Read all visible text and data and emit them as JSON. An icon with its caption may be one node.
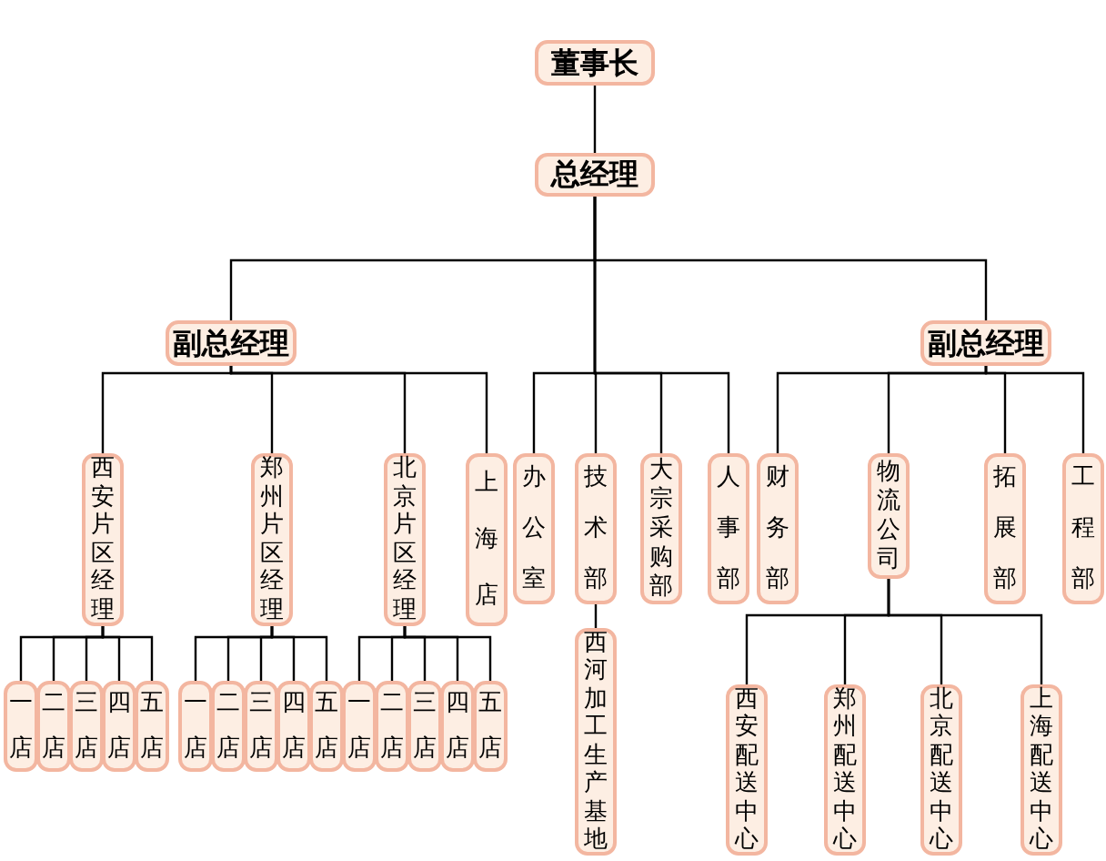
{
  "diagram": {
    "nodes": [
      {
        "text": [
          "董事长"
        ]
      },
      {
        "text": [
          "总经理"
        ]
      },
      {
        "text": [
          "副总经理"
        ]
      },
      {
        "text": [
          "副总经理"
        ]
      },
      {
        "text": [
          "西安片区经理"
        ]
      },
      {
        "text": [
          "郑州片区经理"
        ]
      },
      {
        "text": [
          "北京片区经理"
        ]
      },
      {
        "text": [
          "上海店"
        ]
      },
      {
        "text": [
          "办公室"
        ]
      },
      {
        "text": [
          "技术部"
        ]
      },
      {
        "text": [
          "大宗采购部"
        ]
      },
      {
        "text": [
          "人事部"
        ]
      },
      {
        "text": [
          "财务部"
        ]
      },
      {
        "text": [
          "物流公司"
        ]
      },
      {
        "text": [
          "拓展部"
        ]
      },
      {
        "text": [
          "工程部"
        ]
      },
      {
        "text": [
          "西河加工生产基地"
        ]
      },
      {
        "text": [
          "西安配送中心"
        ]
      },
      {
        "text": [
          "郑州配送中心"
        ]
      },
      {
        "text": [
          "北京配送中心"
        ]
      },
      {
        "text": [
          "上海配送中心"
        ]
      },
      {
        "text": [
          "一店"
        ]
      },
      {
        "text": [
          "二店"
        ]
      },
      {
        "text": [
          "三店"
        ]
      },
      {
        "text": [
          "四店"
        ]
      },
      {
        "text": [
          "五店"
        ]
      },
      {
        "text": [
          "一店"
        ]
      },
      {
        "text": [
          "二店"
        ]
      },
      {
        "text": [
          "三店"
        ]
      },
      {
        "text": [
          "四店"
        ]
      },
      {
        "text": [
          "五店"
        ]
      },
      {
        "text": [
          "一店"
        ]
      },
      {
        "text": [
          "二店"
        ]
      },
      {
        "text": [
          "三店"
        ]
      },
      {
        "text": [
          "四店"
        ]
      },
      {
        "text": [
          "五店"
        ]
      }
    ],
    "edges": [
      {
        "from": 0,
        "to": 1,
        "arrow": "none"
      },
      {
        "from": 1,
        "to": 2,
        "arrow": "none"
      },
      {
        "from": 1,
        "to": 3,
        "arrow": "none"
      },
      {
        "from": 1,
        "to": 8,
        "arrow": "none"
      },
      {
        "from": 1,
        "to": 9,
        "arrow": "none"
      },
      {
        "from": 1,
        "to": 10,
        "arrow": "none"
      },
      {
        "from": 1,
        "to": 11,
        "arrow": "none"
      },
      {
        "from": 2,
        "to": 4,
        "arrow": "none"
      },
      {
        "from": 2,
        "to": 5,
        "arrow": "none"
      },
      {
        "from": 2,
        "to": 6,
        "arrow": "none"
      },
      {
        "from": 2,
        "to": 7,
        "arrow": "none"
      },
      {
        "from": 3,
        "to": 12,
        "arrow": "none"
      },
      {
        "from": 3,
        "to": 13,
        "arrow": "none"
      },
      {
        "from": 3,
        "to": 14,
        "arrow": "none"
      },
      {
        "from": 3,
        "to": 15,
        "arrow": "none"
      },
      {
        "from": 9,
        "to": 16,
        "arrow": "none"
      },
      {
        "from": 13,
        "to": 17,
        "arrow": "none"
      },
      {
        "from": 13,
        "to": 18,
        "arrow": "none"
      },
      {
        "from": 13,
        "to": 19,
        "arrow": "none"
      },
      {
        "from": 13,
        "to": 20,
        "arrow": "none"
      },
      {
        "from": 4,
        "to": 21,
        "arrow": "none"
      },
      {
        "from": 4,
        "to": 22,
        "arrow": "none"
      },
      {
        "from": 4,
        "to": 23,
        "arrow": "none"
      },
      {
        "from": 4,
        "to": 24,
        "arrow": "none"
      },
      {
        "from": 4,
        "to": 25,
        "arrow": "none"
      },
      {
        "from": 5,
        "to": 26,
        "arrow": "none"
      },
      {
        "from": 5,
        "to": 27,
        "arrow": "none"
      },
      {
        "from": 5,
        "to": 28,
        "arrow": "none"
      },
      {
        "from": 5,
        "to": 29,
        "arrow": "none"
      },
      {
        "from": 5,
        "to": 30,
        "arrow": "none"
      },
      {
        "from": 6,
        "to": 31,
        "arrow": "none"
      },
      {
        "from": 6,
        "to": 32,
        "arrow": "none"
      },
      {
        "from": 6,
        "to": 33,
        "arrow": "none"
      },
      {
        "from": 6,
        "to": 34,
        "arrow": "none"
      },
      {
        "from": 6,
        "to": 35,
        "arrow": "none"
      }
    ]
  }
}
